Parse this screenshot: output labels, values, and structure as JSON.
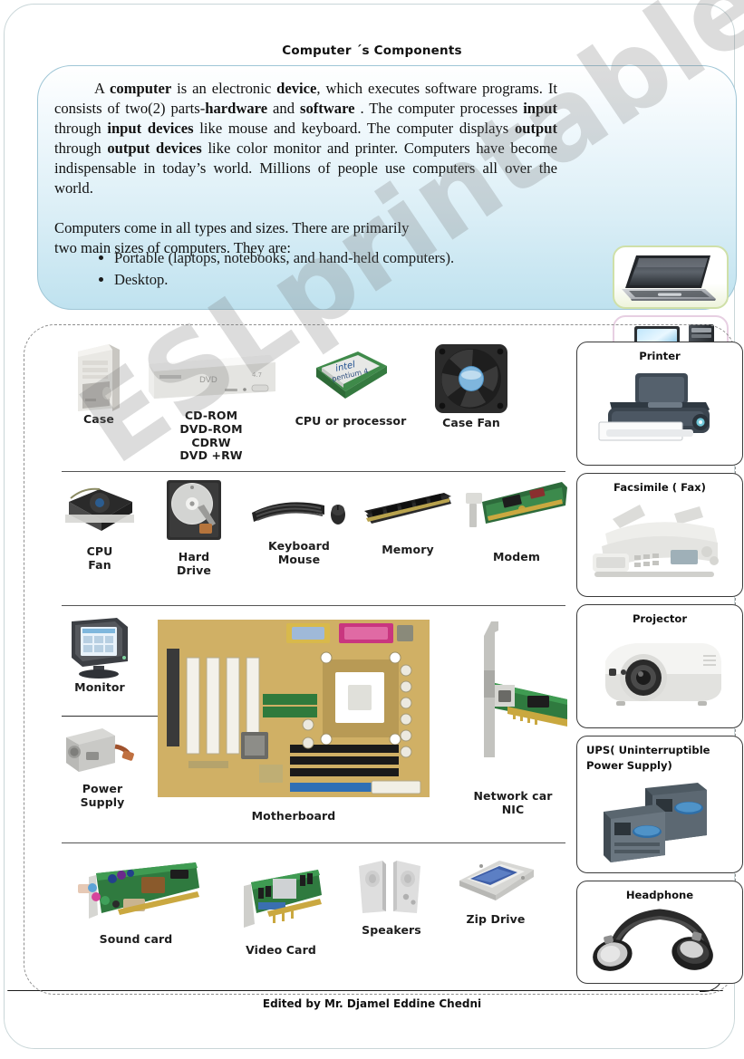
{
  "page": {
    "title": "Computer ´s Components",
    "footer_credit": "Edited by Mr. Djamel Eddine Chedni",
    "watermark": "ESLprintables.com",
    "accent_border": "#9fc6d6",
    "panel_gradient_top": "#ffffff",
    "panel_gradient_bottom": "#bfe2ef"
  },
  "intro": {
    "paragraph1_html": "A <b>computer</b> is an electronic <b>device</b>, which executes software programs. It consists of  two(2) parts-<b>hardware</b> and <b>software</b> . The computer processes <b>input</b> through <b>input devices</b> like mouse and keyboard. The computer displays <b>output</b> through <b>output devices</b> like color monitor and printer. Computers have become indispensable in today’s world. Millions of people use computers all over the world.",
    "paragraph2_line1": "Computers come in all types and sizes. There are primarily",
    "paragraph2_line2": "two main sizes of computers. They are:",
    "bullets": [
      "Portable (laptops, notebooks, and hand-held computers).",
      "Desktop."
    ],
    "thumb_laptop_name": "laptop-photo",
    "thumb_desktop_name": "desktop-computer-photo"
  },
  "parts": {
    "rows": [
      {
        "items": [
          {
            "label": "Case",
            "icon": "computer-case-photo"
          },
          {
            "label": "CD-ROM\nDVD-ROM\nCDRW\nDVD +RW",
            "icon": "optical-drive-photo"
          },
          {
            "label": "CPU or processor",
            "icon": "cpu-chip-photo"
          },
          {
            "label": "Case Fan",
            "icon": "case-fan-photo"
          }
        ]
      },
      {
        "items": [
          {
            "label": "CPU\nFan",
            "icon": "cpu-fan-photo"
          },
          {
            "label": "Hard\nDrive",
            "icon": "hard-drive-photo"
          },
          {
            "label": "Keyboard\nMouse",
            "icon": "keyboard-mouse-photo"
          },
          {
            "label": "Memory",
            "icon": "ram-memory-photo"
          },
          {
            "label": "Modem",
            "icon": "modem-card-photo"
          }
        ]
      },
      {
        "items": [
          {
            "label": "Monitor",
            "icon": "crt-monitor-photo"
          },
          {
            "label": "Power\nSupply",
            "icon": "power-supply-photo"
          },
          {
            "label": "Motherboard",
            "icon": "motherboard-photo"
          },
          {
            "label": "Network car\nNIC",
            "icon": "network-card-photo"
          }
        ]
      },
      {
        "items": [
          {
            "label": "Sound card",
            "icon": "sound-card-photo"
          },
          {
            "label": "Video Card",
            "icon": "video-card-photo"
          },
          {
            "label": "Speakers",
            "icon": "speakers-photo"
          },
          {
            "label": "Zip Drive",
            "icon": "zip-drive-photo"
          }
        ]
      }
    ]
  },
  "devices": [
    {
      "title": "Printer",
      "icon": "printer-photo"
    },
    {
      "title": "Facsimile ( Fax)",
      "icon": "fax-machine-photo"
    },
    {
      "title": "Projector",
      "icon": "projector-photo"
    },
    {
      "title": "UPS( Uninterruptible Power Supply)",
      "icon": "ups-photo"
    },
    {
      "title": "Headphone",
      "icon": "headphone-photo"
    }
  ]
}
